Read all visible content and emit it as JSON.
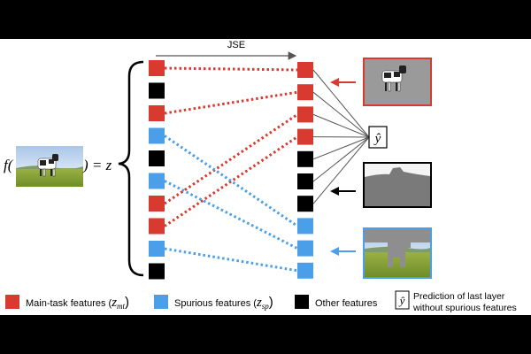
{
  "colors": {
    "main_task": "#d93a2f",
    "spurious": "#4a9fe8",
    "other": "#000000",
    "line_gray": "#555555"
  },
  "diagram": {
    "arrow_label": "JSE",
    "f_label": "f(",
    "eq_label": ") = z",
    "y_hat": "ŷ",
    "left_column": [
      "main",
      "other",
      "main",
      "spurious",
      "other",
      "spurious",
      "main",
      "main",
      "spurious",
      "other"
    ],
    "right_column": [
      "main",
      "main",
      "main",
      "main",
      "other",
      "other",
      "other",
      "spurious",
      "spurious",
      "spurious"
    ],
    "connections": [
      {
        "from": 0,
        "to": 0,
        "type": "main"
      },
      {
        "from": 2,
        "to": 1,
        "type": "main"
      },
      {
        "from": 6,
        "to": 2,
        "type": "main"
      },
      {
        "from": 7,
        "to": 3,
        "type": "main"
      },
      {
        "from": 3,
        "to": 7,
        "type": "spurious"
      },
      {
        "from": 5,
        "to": 8,
        "type": "spurious"
      },
      {
        "from": 8,
        "to": 9,
        "type": "spurious"
      }
    ],
    "images": [
      {
        "name": "cow-gray-background-image",
        "arrow": "main"
      },
      {
        "name": "gray-cow-silhouette-image",
        "arrow": "other"
      },
      {
        "name": "field-background-gray-cow-image",
        "arrow": "spurious"
      }
    ]
  },
  "legend": {
    "main_task_label": "Main-task features (",
    "main_task_math": "z",
    "main_task_sub": "mt",
    "spurious_label": "Spurious features (",
    "spurious_math": "z",
    "spurious_sub": "sp",
    "other_label": "Other features",
    "prediction_line1": "Prediction of last layer",
    "prediction_line2": "without spurious features",
    "close_paren": ")"
  }
}
